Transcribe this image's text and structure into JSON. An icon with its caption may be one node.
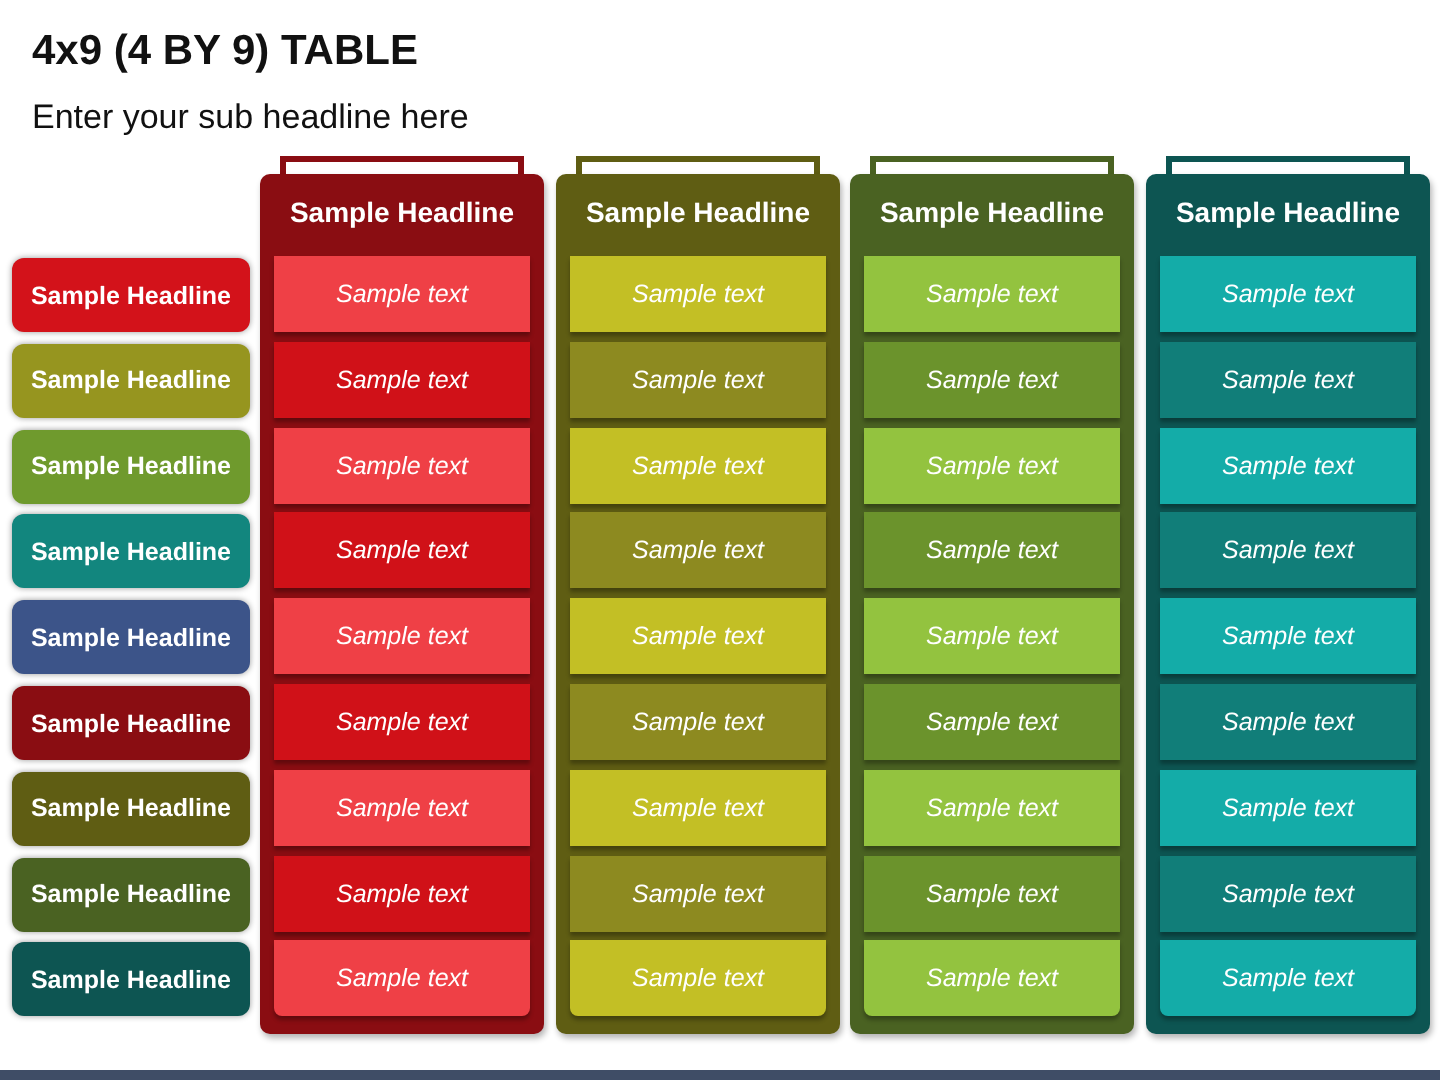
{
  "diagram": {
    "title": "4x9 (4 BY 9) TABLE",
    "nodes": [
      {
        "text": [
          "Sample Headline"
        ]
      },
      {
        "text": [
          "Sample text"
        ],
        "in": 0
      },
      {
        "text": [
          "Sample text"
        ],
        "in": 0
      },
      {
        "text": [
          "Sample text"
        ],
        "in": 0
      },
      {
        "text": [
          "Sample text"
        ],
        "in": 0
      },
      {
        "text": [
          "Sample text"
        ],
        "in": 0
      },
      {
        "text": [
          "Sample text"
        ],
        "in": 0
      },
      {
        "text": [
          "Sample text"
        ],
        "in": 0
      },
      {
        "text": [
          "Sample text"
        ],
        "in": 0
      },
      {
        "text": [
          "Sample text"
        ],
        "in": 0
      },
      {
        "text": [
          "Sample Headline"
        ]
      },
      {
        "text": [
          "Sample text"
        ],
        "in": 10
      },
      {
        "text": [
          "Sample text"
        ],
        "in": 10
      },
      {
        "text": [
          "Sample text"
        ],
        "in": 10
      },
      {
        "text": [
          "Sample text"
        ],
        "in": 10
      },
      {
        "text": [
          "Sample text"
        ],
        "in": 10
      },
      {
        "text": [
          "Sample text"
        ],
        "in": 10
      },
      {
        "text": [
          "Sample text"
        ],
        "in": 10
      },
      {
        "text": [
          "Sample text"
        ],
        "in": 10
      },
      {
        "text": [
          "Sample text"
        ],
        "in": 10
      },
      {
        "text": [
          "Sample Headline"
        ]
      },
      {
        "text": [
          "Sample text"
        ],
        "in": 20
      },
      {
        "text": [
          "Sample text"
        ],
        "in": 20
      },
      {
        "text": [
          "Sample text"
        ],
        "in": 20
      },
      {
        "text": [
          "Sample text"
        ],
        "in": 20
      },
      {
        "text": [
          "Sample text"
        ],
        "in": 20
      },
      {
        "text": [
          "Sample text"
        ],
        "in": 20
      },
      {
        "text": [
          "Sample text"
        ],
        "in": 20
      },
      {
        "text": [
          "Sample text"
        ],
        "in": 20
      },
      {
        "text": [
          "Sample text"
        ],
        "in": 20
      },
      {
        "text": [
          "Sample Headline"
        ]
      },
      {
        "text": [
          "Sample text"
        ],
        "in": 30
      },
      {
        "text": [
          "Sample text"
        ],
        "in": 30
      },
      {
        "text": [
          "Sample text"
        ],
        "in": 30
      },
      {
        "text": [
          "Sample text"
        ],
        "in": 30
      },
      {
        "text": [
          "Sample text"
        ],
        "in": 30
      },
      {
        "text": [
          "Sample text"
        ],
        "in": 30
      },
      {
        "text": [
          "Sample text"
        ],
        "in": 30
      },
      {
        "text": [
          "Sample text"
        ],
        "in": 30
      },
      {
        "text": [
          "Sample text"
        ],
        "in": 30
      },
      {
        "text": [
          "Sample Headline"
        ]
      },
      {
        "text": [
          "Sample Headline"
        ]
      },
      {
        "text": [
          "Sample Headline"
        ]
      },
      {
        "text": [
          "Sample Headline"
        ]
      },
      {
        "text": [
          "Sample Headline"
        ]
      },
      {
        "text": [
          "Sample Headline"
        ]
      },
      {
        "text": [
          "Sample Headline"
        ]
      },
      {
        "text": [
          "Sample Headline"
        ]
      },
      {
        "text": [
          "Sample Headline"
        ]
      }
    ],
    "labels": [
      "Enter your sub headline here"
    ]
  }
}
